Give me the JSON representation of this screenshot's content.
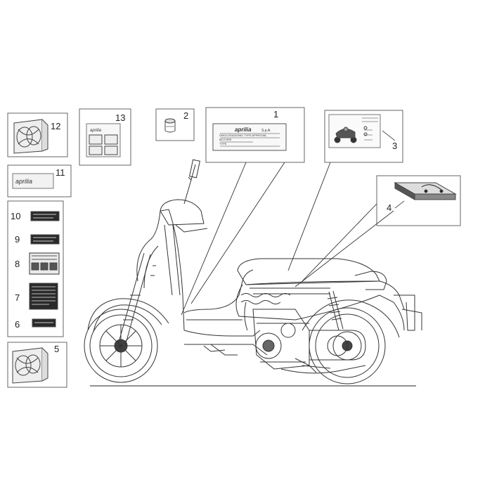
{
  "callouts": {
    "n1": "1",
    "n2": "2",
    "n3": "3",
    "n4": "4",
    "n5": "5",
    "n6": "6",
    "n7": "7",
    "n8": "8",
    "n9": "9",
    "n10": "10",
    "n11": "11",
    "n12": "12",
    "n13": "13"
  },
  "labels": {
    "brand_decal": "aprilia",
    "plate_brand": "aprilia",
    "plate_spa": "S.p.A.",
    "plate_line1": "OMOLOGAZIONE/ TYPE APPROVAL",
    "plate_line2": "MOTORE",
    "plate_line3": "TYPE",
    "card13_brand": "aprilia"
  },
  "colors": {
    "line": "#333333",
    "box": "#555555",
    "decal_fill": "#e8e8e8",
    "dark_decal": "#2a2a2a"
  }
}
